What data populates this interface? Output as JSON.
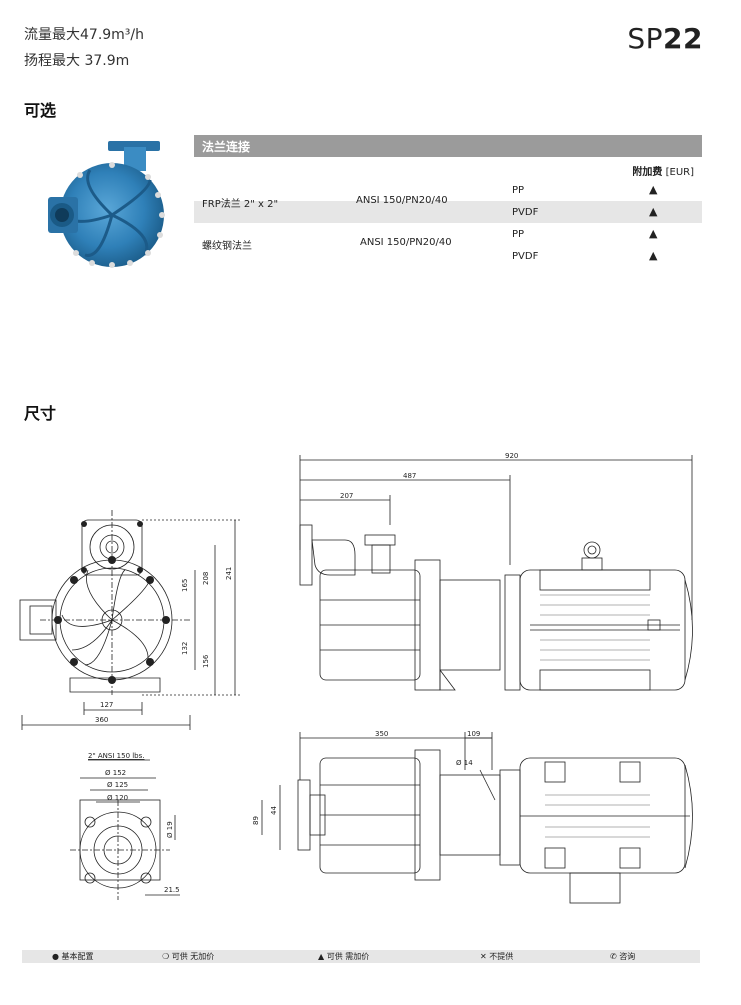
{
  "header": {
    "flow": "流量最大47.9m³/h",
    "head": "扬程最大 37.9m",
    "model_prefix": "SP",
    "model_number": "22"
  },
  "options": {
    "title": "可选",
    "pump_icon": "pump-photo",
    "table": {
      "header": "法兰连接",
      "surcharge_label": "附加费",
      "currency": "[EUR]",
      "groups": [
        {
          "name": "FRP法兰    2\" x 2\"",
          "standard": "ANSI 150/PN20/40",
          "rows": [
            {
              "material": "PP",
              "mark": "▲"
            },
            {
              "material": "PVDF",
              "mark": "▲"
            }
          ]
        },
        {
          "name": "螺纹钢法兰",
          "standard": "ANSI 150/PN20/40",
          "rows": [
            {
              "material": "PP",
              "mark": "▲"
            },
            {
              "material": "PVDF",
              "mark": "▲"
            }
          ]
        }
      ]
    }
  },
  "dimensions": {
    "title": "尺寸",
    "front_view": {
      "d208": "208",
      "d241": "241",
      "d165": "165",
      "d132": "132",
      "d156": "156",
      "d127": "127",
      "d360": "360"
    },
    "side_view": {
      "d920": "920",
      "d487": "487",
      "d207": "207"
    },
    "top_view": {
      "d350": "350",
      "d109": "109",
      "d14": "Ø 14",
      "d89": "89",
      "d44": "44"
    },
    "flange_view": {
      "title": "2\"  ANSI 150 lbs.",
      "d152": "Ø 152",
      "d125": "Ø 125",
      "d120": "Ø 120",
      "d19": "Ø 19",
      "d21_5": "21.5"
    }
  },
  "legend": {
    "standard": "● 基本配置",
    "free": "❍ 可供 无加价",
    "surcharge": "▲ 可供 需加价",
    "na": "✕ 不提供",
    "consult": "✆ 咨询"
  },
  "colors": {
    "pump_blue": "#2f80b8",
    "table_header": "#9b9b9b",
    "row_shade": "#e6e6e6"
  }
}
